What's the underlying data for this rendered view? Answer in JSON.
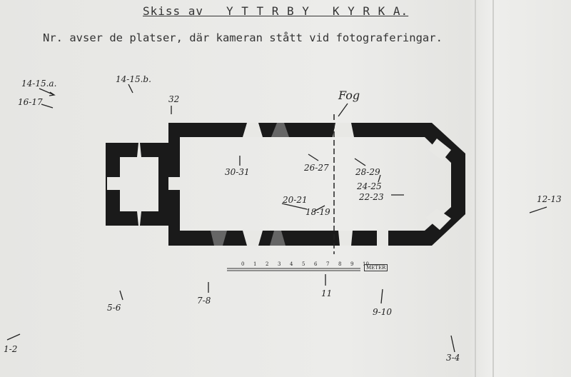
{
  "title": "Skiss av   Y T T R B Y   K Y R K A.",
  "subtitle": "Nr. avser de platser, där kameran stått vid fotograferingar.",
  "labels": {
    "l1415a": "14-15.a.",
    "l1617": "16-17",
    "l1415b": "14-15.b.",
    "l32": "32",
    "fog": "Fog",
    "l3031": "30-31",
    "l2627": "26-27",
    "l2829": "28-29",
    "l2425": "24-25",
    "l2223": "22-23",
    "l2021": "20-21",
    "l1819": "18-19",
    "l1213": "12-13",
    "l56": "5-6",
    "l78": "7-8",
    "l11": "11",
    "l910": "9-10",
    "l12": "1-2",
    "l34": "3-4"
  },
  "scale": {
    "ticks": [
      "0",
      "1",
      "2",
      "3",
      "4",
      "5",
      "6",
      "7",
      "8",
      "9",
      "10"
    ],
    "unit": "METER"
  }
}
